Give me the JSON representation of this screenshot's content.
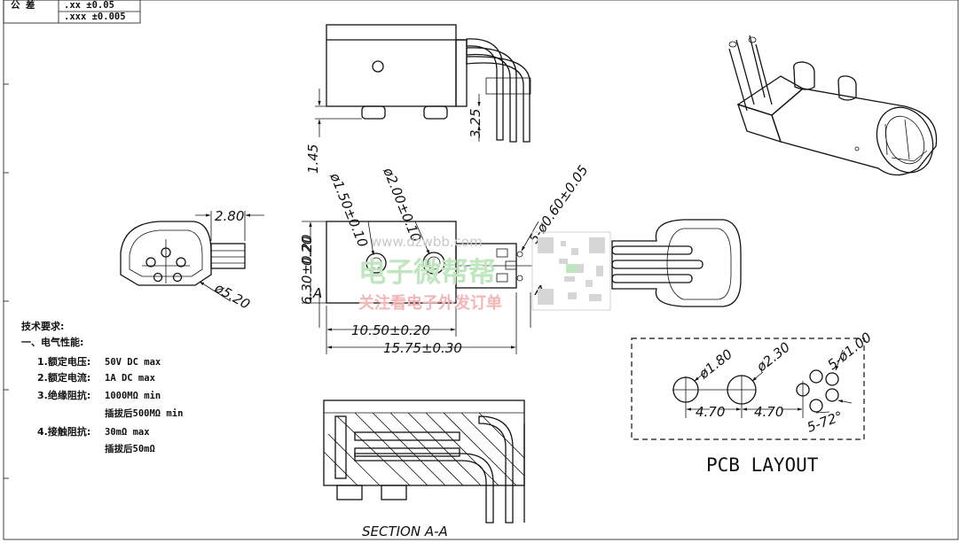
{
  "title_block": {
    "tol_label": "公 差",
    "tol1": ".xx ±0.05",
    "tol2": ".xxx ±0.005"
  },
  "dims": {
    "d_145": "1.45",
    "d_325": "3.25",
    "d_280": "2.80",
    "d_520": "ø5.20",
    "d_150": "ø1.50±0.10",
    "d_200": "ø2.00±0.10",
    "d_060": "5-ø0.60±0.05",
    "d_020": "0.20",
    "d_630": "6.30±0.20",
    "sec_a_left": "A",
    "sec_a_right": "A",
    "d_1050": "10.50±0.20",
    "d_1575": "15.75±0.30",
    "pcb_180": "ø1.80",
    "pcb_230": "ø2.30",
    "pcb_100": "5-ø1.00",
    "pcb_470a": "4.70",
    "pcb_470b": "4.70",
    "pcb_72": "5-72°"
  },
  "labels": {
    "section": "SECTION A-A",
    "pcb": "PCB LAYOUT"
  },
  "watermark": {
    "url": "www.dzwbb.com",
    "name": "电子微帮帮",
    "slogan": "关注看电子外发订单"
  },
  "spec": {
    "title": "技术要求:",
    "subtitle": "一、电气性能:",
    "items": [
      {
        "label": "1.额定电压:",
        "value": "50V DC max"
      },
      {
        "label": "2.额定电流:",
        "value": "1A DC max"
      },
      {
        "label": "3.绝缘阻抗:",
        "value": "1000MΩ min",
        "value2": "插拔后500MΩ min"
      },
      {
        "label": "4.接触阻抗:",
        "value": "30mΩ max",
        "value2": "插拔后50mΩ"
      }
    ]
  }
}
